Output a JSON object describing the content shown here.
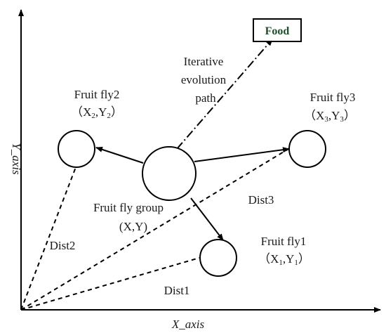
{
  "axes": {
    "x_label": "X_axis",
    "y_label": "Y_axis"
  },
  "food": {
    "label": "Food"
  },
  "path": {
    "line1": "Iterative",
    "line2": "evolution",
    "line3": "path"
  },
  "group": {
    "name": "Fruit fly group",
    "coord": "(X,Y)"
  },
  "fly1": {
    "name": "Fruit fly1",
    "open": "（X",
    "sub1": "1",
    "mid": ",Y",
    "sub2": "1",
    "close": "）"
  },
  "fly2": {
    "name": "Fruit fly2",
    "open": "（X",
    "sub1": "2",
    "mid": ",Y",
    "sub2": "2",
    "close": "）"
  },
  "fly3": {
    "name": "Fruit fly3",
    "open": "（X",
    "sub1": "3",
    "mid": ",Y",
    "sub2": "3",
    "close": "）"
  },
  "distances": {
    "d1": "Dist1",
    "d2": "Dist2",
    "d3": "Dist3"
  }
}
